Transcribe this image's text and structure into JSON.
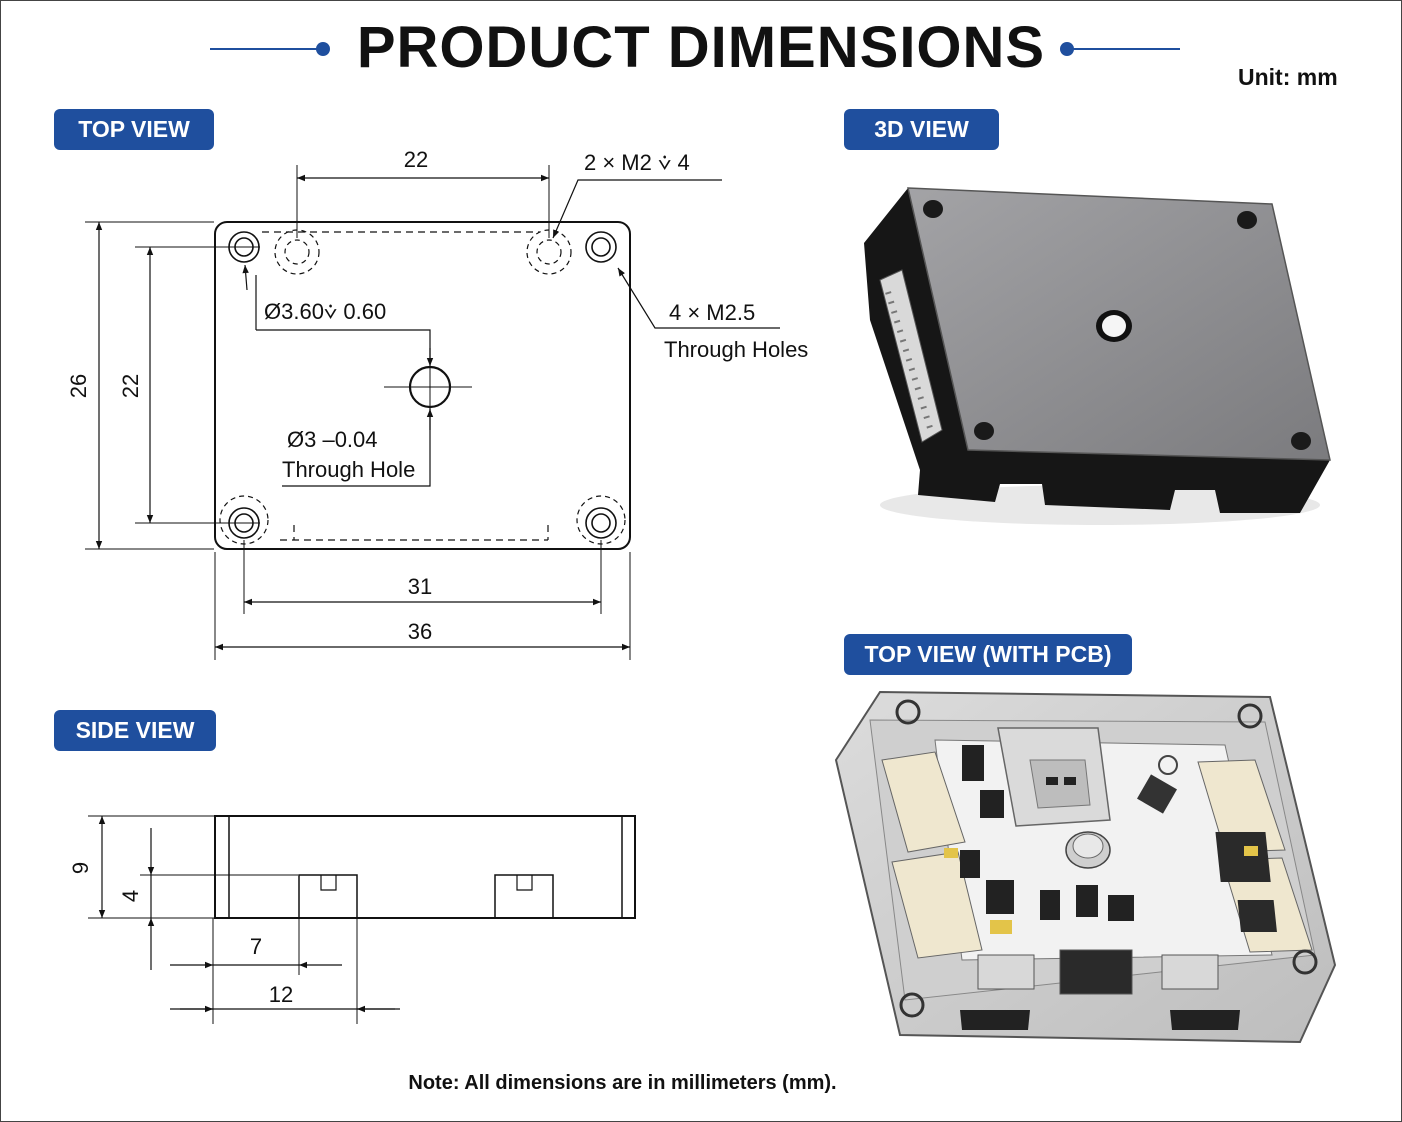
{
  "title": "PRODUCT DIMENSIONS",
  "unit": "Unit: mm",
  "views": {
    "top": "TOP VIEW",
    "threed": "3D VIEW",
    "side": "SIDE VIEW",
    "top_pcb": "TOP VIEW (WITH PCB)"
  },
  "top_view": {
    "dim_top": "22",
    "screw_m2": "2 × M2 ⩒ 4",
    "counterbore": "Ø3.60⩒ 0.60",
    "through_m25_a": "4 × M2.5",
    "through_m25_b": "Through Holes",
    "center_hole_a": "Ø3 –0.04",
    "center_hole_b": "Through Hole",
    "height_outer": "26",
    "height_inner": "22",
    "width_inner": "31",
    "width_outer": "36"
  },
  "side_view": {
    "height_outer": "9",
    "height_inner": "4",
    "dim_7": "7",
    "dim_12": "12"
  },
  "note": "Note: All dimensions are in millimeters (mm).",
  "colors": {
    "accent": "#1f4f9e"
  }
}
